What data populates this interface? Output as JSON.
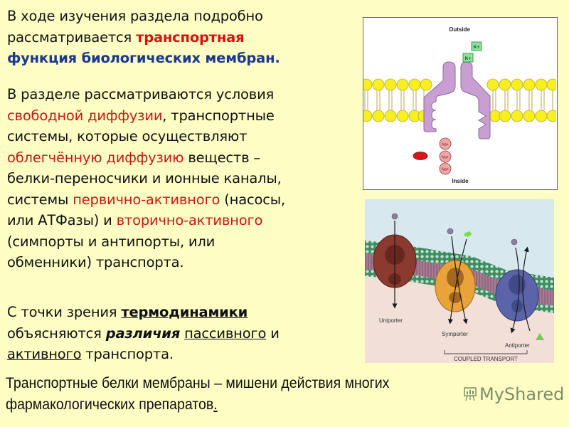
{
  "slide": {
    "background": "#fdfdc4",
    "colors": {
      "text": "#111111",
      "red": "#c41a1a",
      "blue": "#1c3990"
    },
    "paragraph1": {
      "line1": "В ходе изучения раздела подробно",
      "line2_plain": "рассматривается ",
      "line2_red_bold": "транспортная",
      "line3_blue_bold": "функция биологических мембран."
    },
    "paragraph2": {
      "line1": "В разделе рассматриваются условия",
      "line2_red": "свободной диффузии",
      "line2_plain": ", транспортные",
      "line3": "системы, которые осуществляют",
      "line4_red": "облегчённую диффузию",
      "line4_plain": " веществ –",
      "line5": "белки-переносчики и ионные каналы,",
      "line6_plain": "системы ",
      "line6_red": "первично-активного",
      "line6_tail": " (насосы,",
      "line7_plain": "или АТФазы) и ",
      "line7_red": "вторично-активного",
      "line8": "(симпорты и антипорты, или",
      "line9": "обменники) транспорта."
    },
    "paragraph3": {
      "line1_plain": "С точки зрения ",
      "line1_bold_ul": "термодинамики",
      "line2_plain": "объясняются ",
      "line2_bold_italic": "различия",
      "line2_space": " ",
      "line2_ul": "пассивного",
      "line2_tail": " и",
      "line3_ul": "активного",
      "line3_tail": " транспорта."
    },
    "bottom": {
      "line1": "Транспортные белки мембраны – мишени действия многих",
      "line2_plain": "фармакологических препаратов",
      "line2_ul": "."
    },
    "diagram_channel": {
      "label_outside": "Outside",
      "label_inside": "Inside",
      "ion_k": "K+",
      "ion_na": "Na+",
      "colors": {
        "lipid_head": "#f7ef1e",
        "protein": "#c99fd3",
        "k_box": "#8be39a",
        "na_circle": "#f0a6a6",
        "marker": "#d41818"
      }
    },
    "diagram_transporters": {
      "uniporter": "Uniporter",
      "symporter": "Symporter",
      "antiporter": "Antiporter",
      "coupled": "COUPLED TRANSPORT"
    },
    "watermark": {
      "text": "MyShared",
      "icon": "presentation-board-icon"
    }
  }
}
